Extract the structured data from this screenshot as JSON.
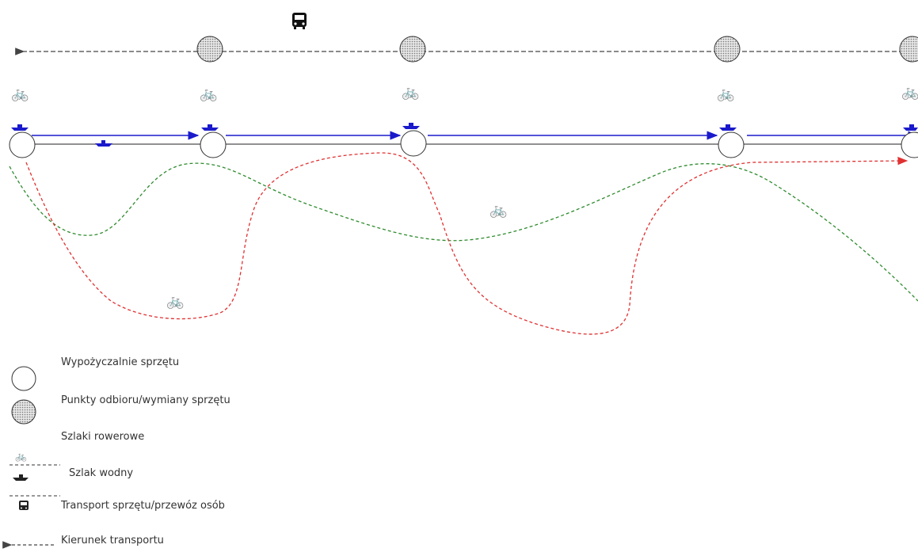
{
  "colors": {
    "bike_trail_green": "#2e8b2e",
    "bike_trail_red": "#e03131",
    "water_route": "#1a1acc",
    "transport": "#444444",
    "rental_fill": "#ffffff",
    "pickup_fill": "#cfcfcf"
  },
  "icons": {
    "bike": "bicycle-icon",
    "boat": "boat-icon",
    "bus": "bus-icon"
  },
  "legend": {
    "rental": "Wypożyczalnie sprzętu",
    "pickup": "Punkty odbioru/wymiany sprzętu",
    "bike_trails": "Szlaki rowerowe",
    "water_trail": "Szlak wodny",
    "transport": "Transport sprzętu/przewóz osób",
    "direction": "Kierunek transportu"
  }
}
